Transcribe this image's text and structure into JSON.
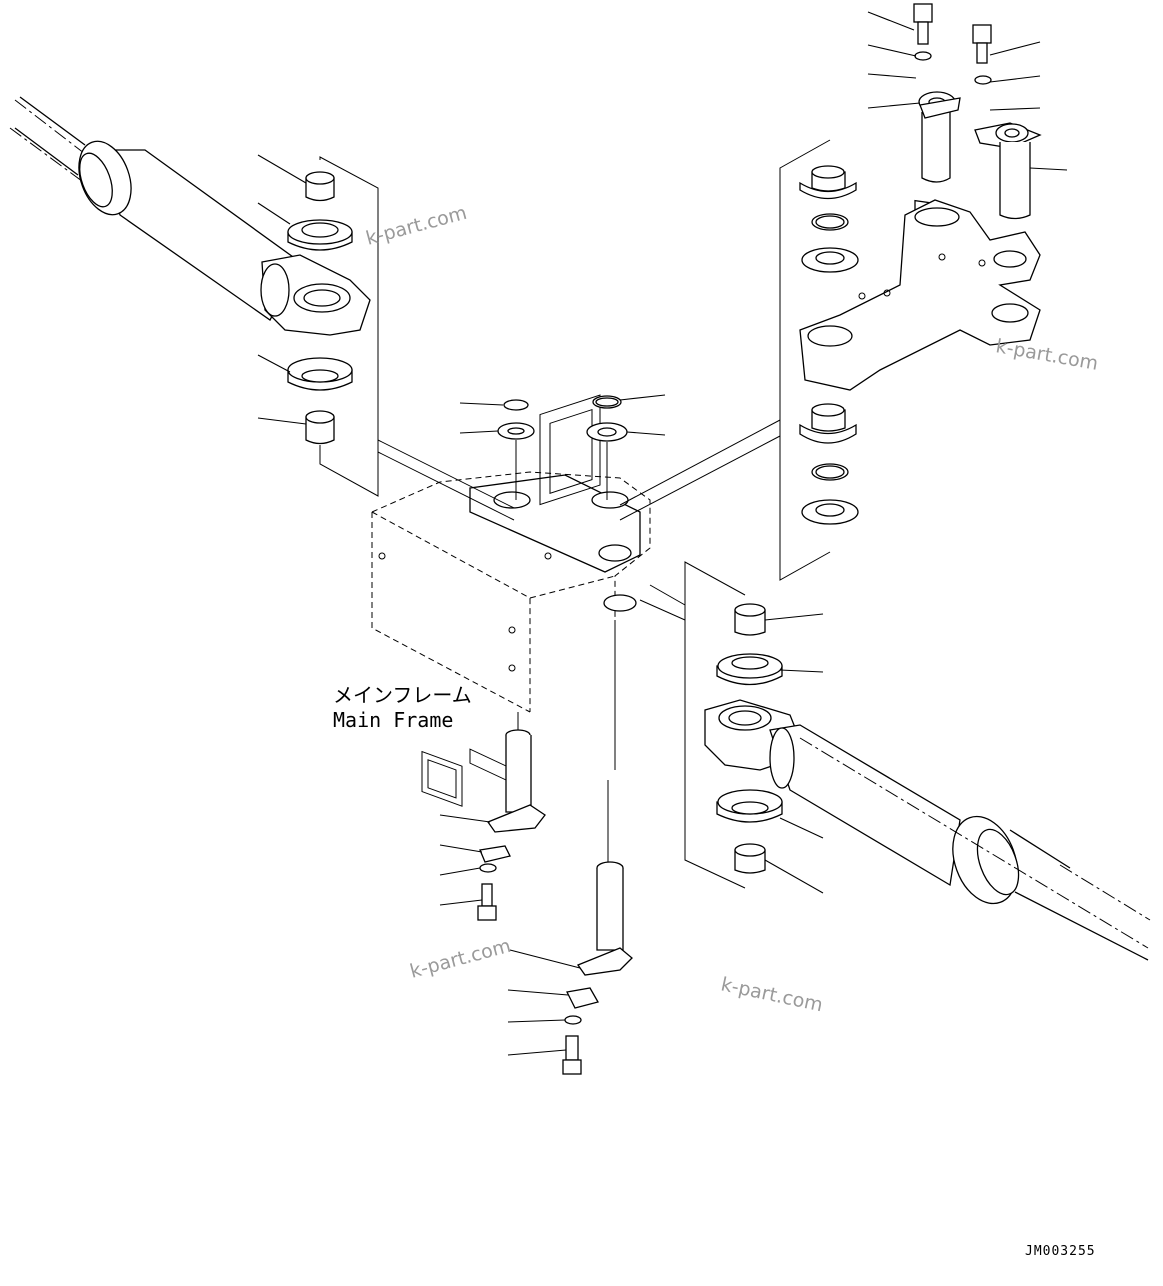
{
  "main_frame_label": {
    "japanese": "メインフレーム",
    "english": "Main Frame"
  },
  "drawing_code": "JM003255",
  "watermarks": [
    "k-part.com",
    "k-part.com",
    "k-part.com",
    "k-part.com"
  ]
}
